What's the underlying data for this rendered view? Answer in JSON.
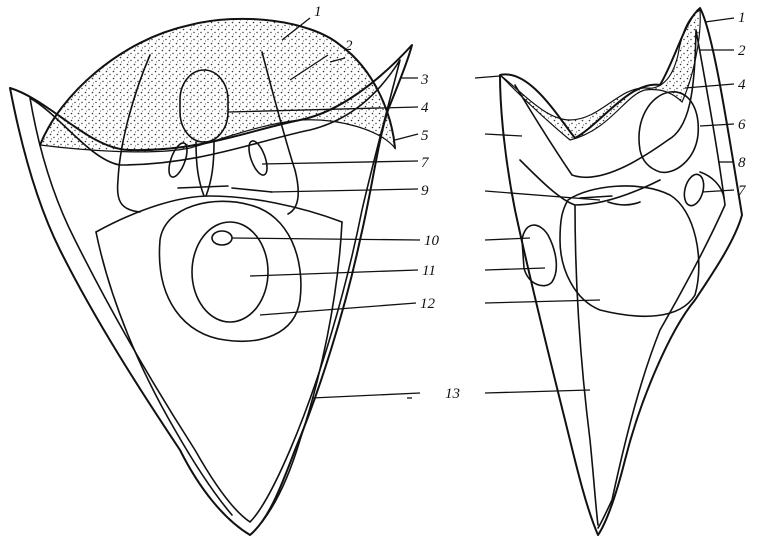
{
  "figure": {
    "left_view": {
      "labels": [
        "1",
        "2",
        "3",
        "4",
        "5",
        "7",
        "9",
        "10",
        "11",
        "12",
        "13"
      ]
    },
    "right_view": {
      "labels": [
        "1",
        "2",
        "4",
        "6",
        "8",
        "7"
      ]
    },
    "colors": {
      "ink": "#111111",
      "stipple": "#333333",
      "background": "#ffffff"
    }
  }
}
